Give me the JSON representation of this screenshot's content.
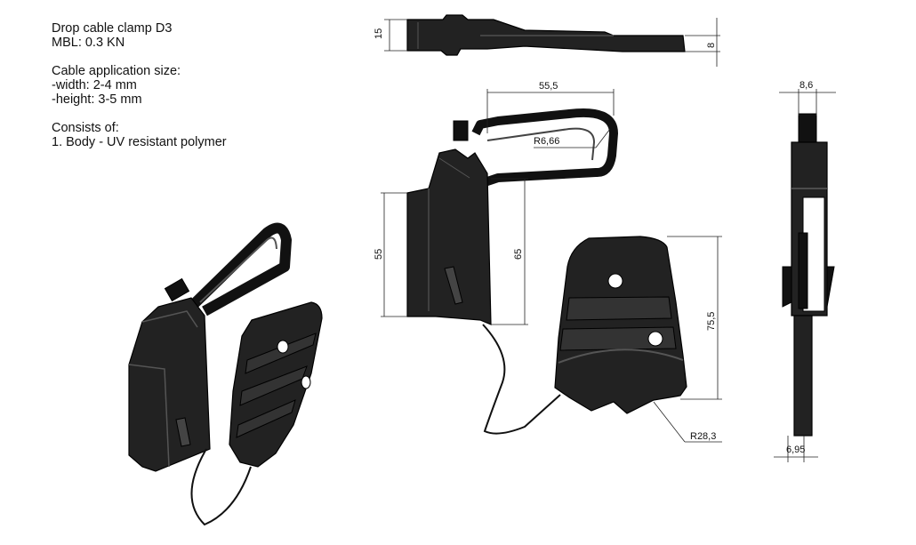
{
  "spec": {
    "title": "Drop cable clamp D3",
    "mbl": "MBL: 0.3 KN",
    "size_heading": "Cable application size:",
    "width": "-width: 2-4 mm",
    "height": "-height: 3-5 mm",
    "consists_heading": "Consists of:",
    "part1": "1. Body - UV resistant polymer"
  },
  "dimensions": {
    "top_height": "15",
    "top_thickness": "8",
    "length": "55,5",
    "hook_radius": "R6,66",
    "body_height": "55",
    "body_height_total": "65",
    "wedge_height": "75,5",
    "wedge_radius": "R28,3",
    "side_top": "8,6",
    "side_bottom": "6,95"
  }
}
